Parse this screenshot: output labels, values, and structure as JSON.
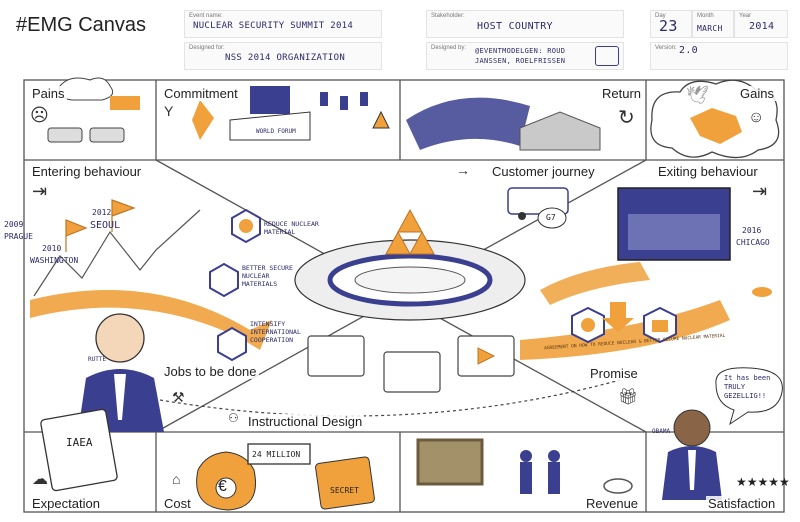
{
  "title": "#EMG Canvas",
  "header": {
    "event_name_label": "Event name:",
    "event_name": "Nuclear Security Summit 2014",
    "stakeholder_label": "Stakeholder:",
    "stakeholder": "HOST COUNTRY",
    "day_label": "Day",
    "day": "23",
    "month_label": "Month",
    "month": "MARCH",
    "year_label": "Year",
    "year": "2014",
    "designed_for_label": "Designed for:",
    "designed_for": "NSS 2014 ORGANIZATION",
    "designed_by_label": "Designed by:",
    "designed_by": "@EVENTMODELGEN: ROUD JANSSEN, ROELFRISSEN",
    "version_label": "Version:",
    "version": "2.0"
  },
  "zones": {
    "pains": "Pains",
    "commitment": "Commitment",
    "return": "Return",
    "gains": "Gains",
    "entering": "Entering behaviour",
    "customer_journey": "Customer journey",
    "exiting": "Exiting behaviour",
    "jobs": "Jobs to be done",
    "promise": "Promise",
    "instructional": "Instructional Design",
    "expectation": "Expectation",
    "cost": "Cost",
    "revenue": "Revenue",
    "satisfaction": "Satisfaction"
  },
  "timeline": {
    "y2009": "2009",
    "prague": "PRAGUE",
    "y2010": "2010",
    "washington": "WASHINGTON",
    "y2012": "2012",
    "seoul": "SEOUL",
    "y2016": "2016",
    "chicago": "CHICAGO"
  },
  "drawing_text": {
    "reduce": "REDUCE NUCLEAR MATERIAL",
    "better_secure": "BETTER SECURE NUCLEAR MATERIALS",
    "intensify": "INTENSIFY INTERNATIONAL COOPERATION",
    "iaea": "IAEA",
    "rutte": "RUTTE",
    "obama": "OBAMA",
    "cost_amount": "24 MILLION",
    "secret": "SECRET",
    "world_forum": "WORLD FORUM",
    "speech_bubble": "It has been TRULY GEZELLIG!!",
    "g7": "G7",
    "path_banner": "AGREEMENT ON HOW TO REDUCE NUCLEAR & BETTER SECURE NUCLEAR MATERIAL"
  },
  "colors": {
    "orange": "#f0a13c",
    "navy": "#3a3f8f",
    "line": "#555555"
  }
}
